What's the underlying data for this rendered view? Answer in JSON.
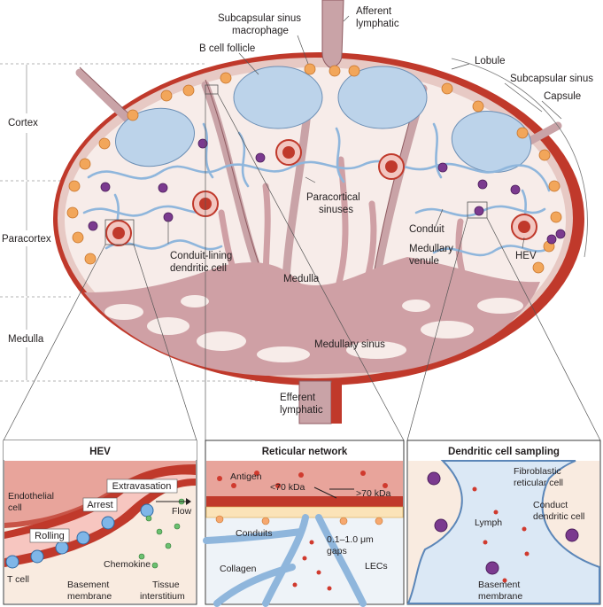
{
  "colors": {
    "capsule": "#c0392b",
    "lymph_node_fill": "#f3e2df",
    "lymphatic": "#c9a3a7",
    "follicle": "#bcd3ea",
    "conduit": "#8fb6dc",
    "macrophage": "#f2a65a",
    "dendritic_cell": "#7b3a8f",
    "hev": "#c0392b",
    "panel_border": "#3b3b3b"
  },
  "labels": {
    "subcapsular_sinus_macrophage": "Subcapsular sinus macrophage",
    "subcapsular_sinus_macrophage_line1": "Subcapsular sinus",
    "subcapsular_sinus_macrophage_line2": "macrophage",
    "afferent_lymphatic_line1": "Afferent",
    "afferent_lymphatic_line2": "lymphatic",
    "b_cell_follicle": "B cell follicle",
    "lobule": "Lobule",
    "subcapsular_sinus": "Subcapsular sinus",
    "capsule": "Capsule",
    "cortex": "Cortex",
    "paracortex": "Paracortex",
    "medulla_side": "Medulla",
    "paracortical_sinuses_line1": "Paracortical",
    "paracortical_sinuses_line2": "sinuses",
    "conduit_lining_dc_line1": "Conduit-lining",
    "conduit_lining_dc_line2": "dendritic cell",
    "medulla_center": "Medulla",
    "conduit": "Conduit",
    "medullary_venule_line1": "Medullary",
    "medullary_venule_line2": "venule",
    "hev": "HEV",
    "medullary_sinus": "Medullary sinus",
    "efferent_lymphatic_line1": "Efferent",
    "efferent_lymphatic_line2": "lymphatic"
  },
  "panels": {
    "hev": {
      "title": "HEV",
      "endothelial_cell_line1": "Endothelial",
      "endothelial_cell_line2": "cell",
      "extravasation": "Extravasation",
      "arrest": "Arrest",
      "flow": "Flow",
      "rolling": "Rolling",
      "t_cell": "T cell",
      "basement_membrane_line1": "Basement",
      "basement_membrane_line2": "membrane",
      "chemokine": "Chemokine",
      "tissue_interstitium_line1": "Tissue",
      "tissue_interstitium_line2": "interstitium"
    },
    "reticular": {
      "title": "Reticular network",
      "antigen": "Antigen",
      "lt70": "<70 kDa",
      "gt70": ">70 kDa",
      "conduits": "Conduits",
      "gaps_line1": "0.1–1.0 μm",
      "gaps_line2": "gaps",
      "lecs": "LECs",
      "collagen": "Collagen"
    },
    "dc": {
      "title": "Dendritic cell sampling",
      "frc_line1": "Fibroblastic",
      "frc_line2": "reticular cell",
      "lymph": "Lymph",
      "conduct_dc_line1": "Conduct",
      "conduct_dc_line2": "dendritic cell",
      "basement_membrane_line1": "Basement",
      "basement_membrane_line2": "membrane"
    }
  }
}
